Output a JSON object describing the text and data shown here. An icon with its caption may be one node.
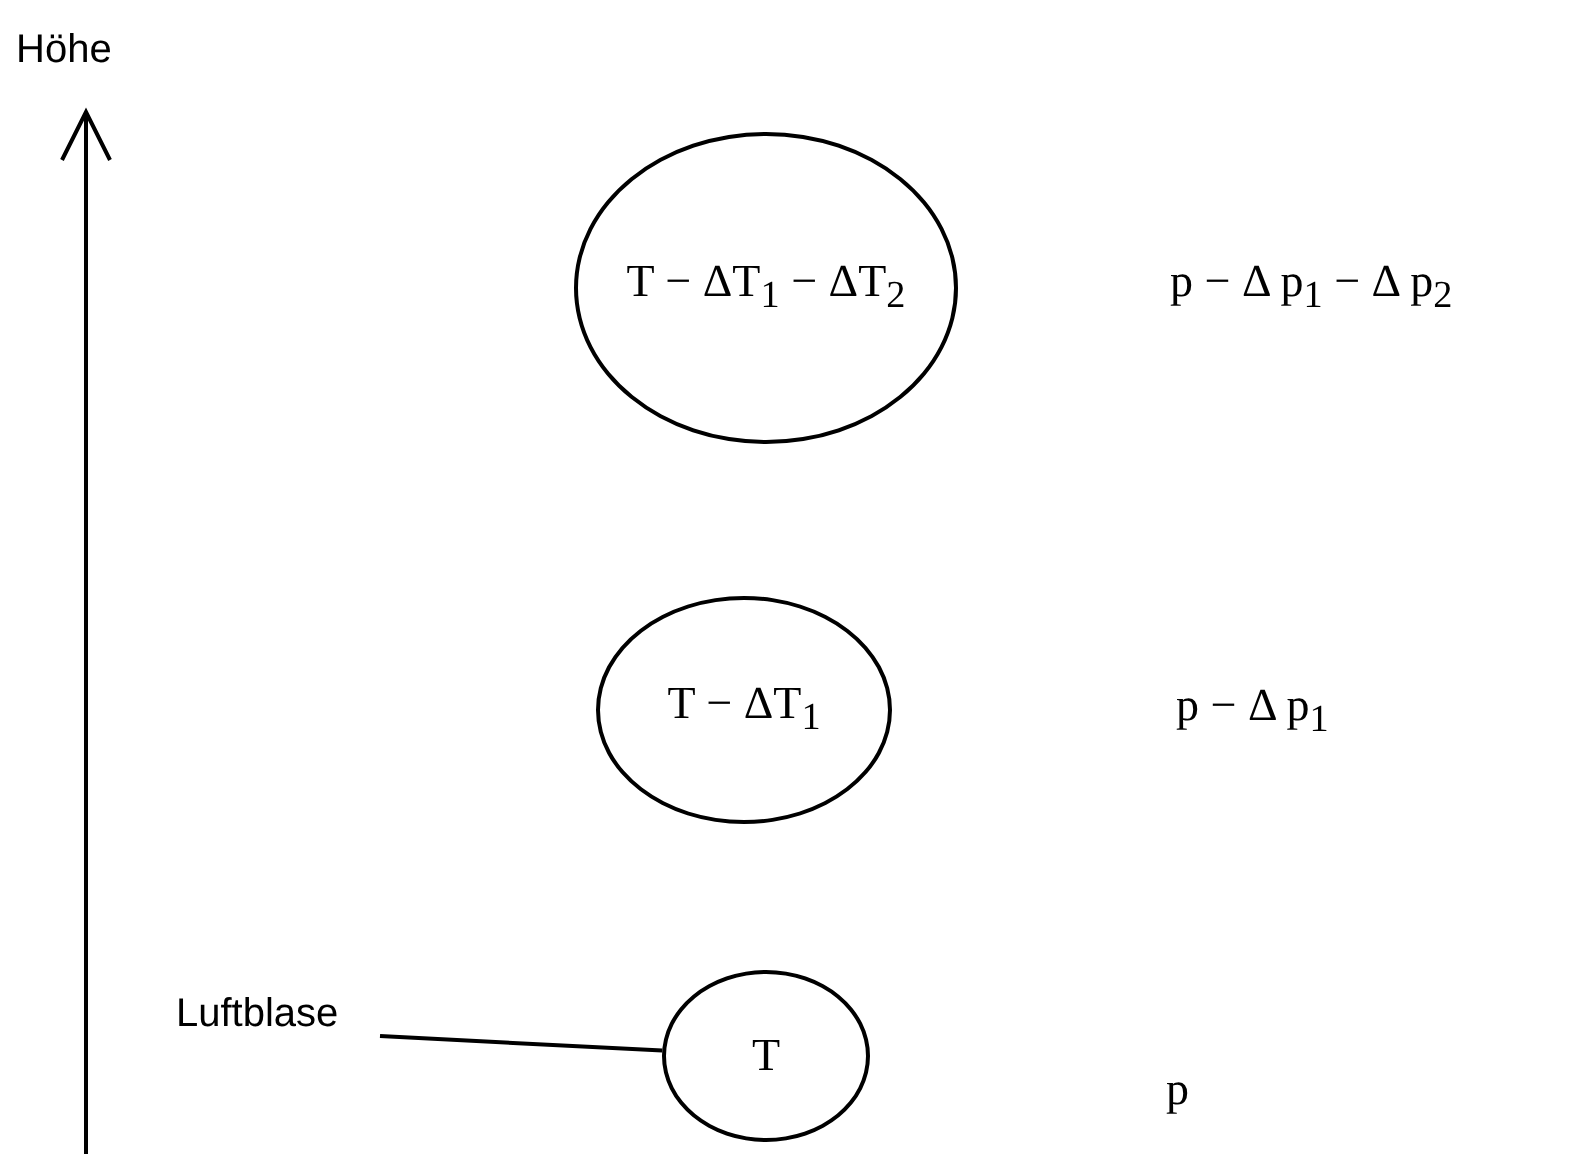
{
  "diagram": {
    "nodes": [
      {
        "text": [
          "T − ΔT$_{1}$ − ΔT$_{2}$"
        ]
      },
      {
        "text": [
          "T − ΔT$_{1}$"
        ]
      },
      {
        "text": [
          "Luftblase"
        ]
      },
      {
        "text": [
          "T"
        ]
      }
    ],
    "edges": [
      {
        "from": 2,
        "to": 3,
        "arrow": "none"
      }
    ],
    "labels": [
      "Höhe",
      "p − Δ p$_{1}$ − Δ p$_{2}$",
      "p − Δ p$_{1}$",
      "p"
    ]
  }
}
